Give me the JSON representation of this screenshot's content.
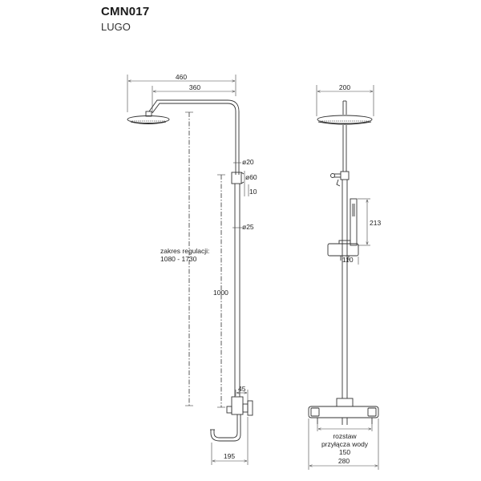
{
  "header": {
    "model_code": "CMN017",
    "model_name": "LUGO"
  },
  "side_view": {
    "dim_overall_width": "460",
    "dim_arm_length": "360",
    "dim_pipe_diameter_top": "ø20",
    "dim_wall_bracket_diameter": "ø60",
    "dim_bracket_depth": "10",
    "dim_pipe_diameter_main": "ø25",
    "adjust_label_line1": "zakres regulacji:",
    "adjust_label_line2": "1080 - 1730",
    "dim_height": "1000",
    "dim_spout_offset": "45",
    "dim_spout_length": "195"
  },
  "front_view": {
    "dim_head_diameter": "200",
    "dim_handshower_height": "213",
    "dim_slider_width": "110",
    "spacing_label_line1": "rozstaw",
    "spacing_label_line2": "przyłącza wody",
    "spacing_value": "150",
    "dim_mixer_width": "280"
  },
  "colors": {
    "line": "#333333",
    "text": "#1a1a1a",
    "background": "#ffffff"
  }
}
